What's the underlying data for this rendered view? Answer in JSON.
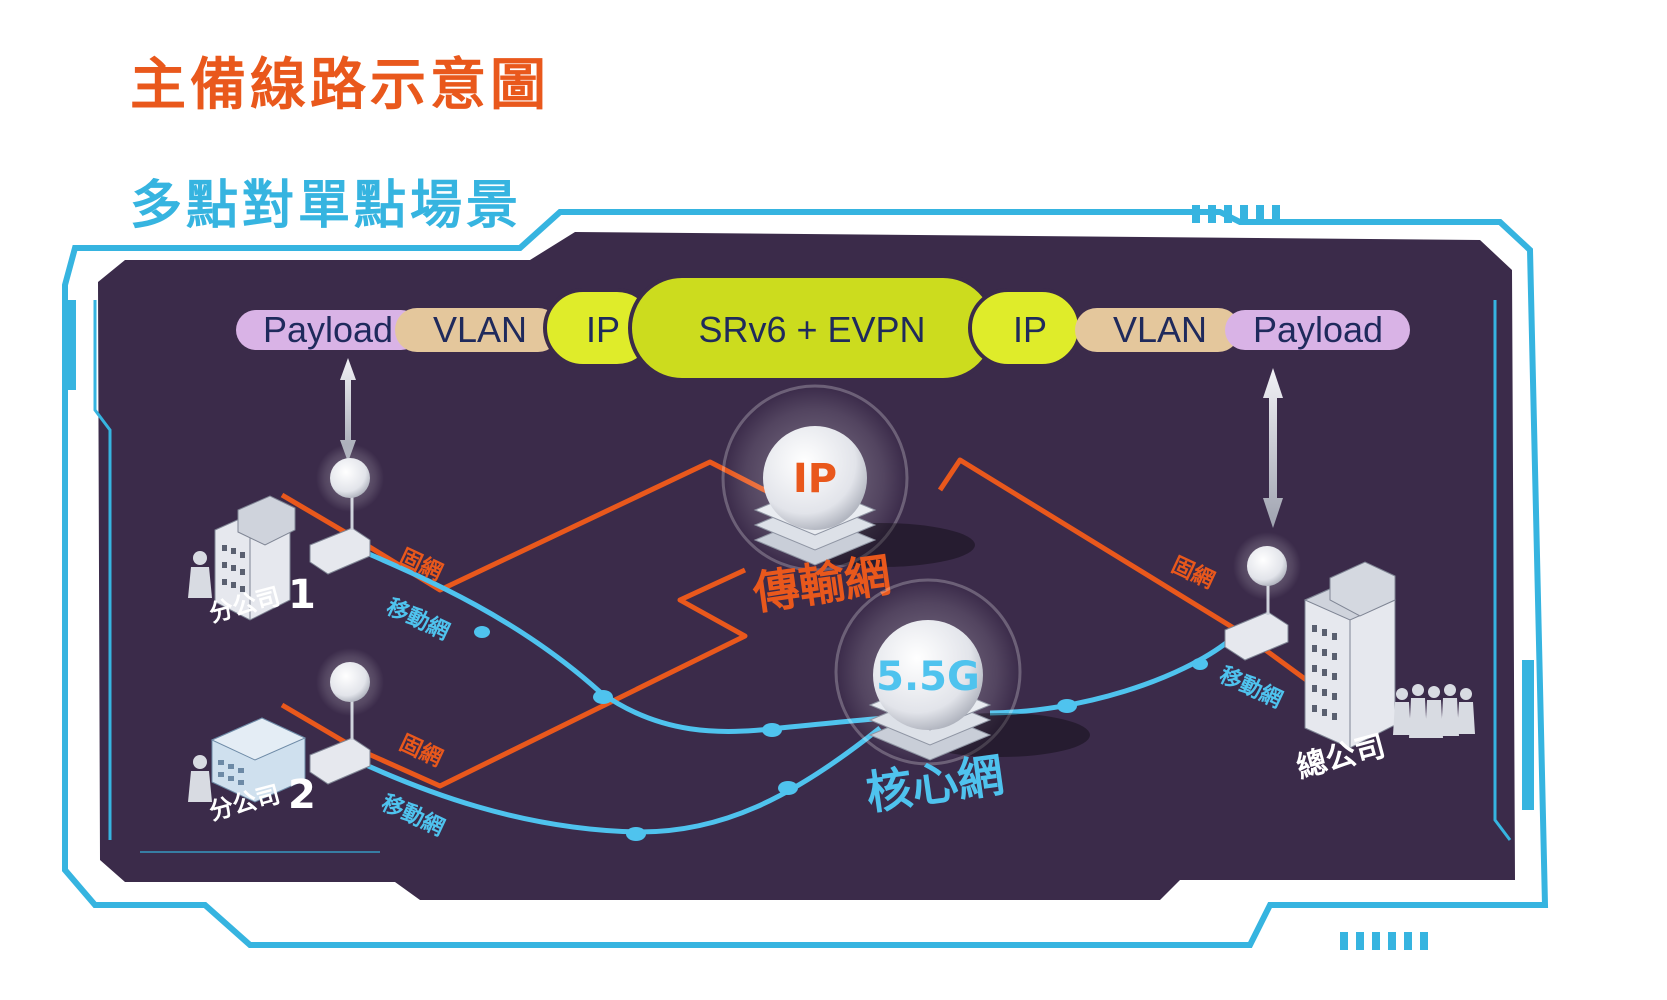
{
  "title": "主備線路示意圖",
  "subtitle": "多點對單點場景",
  "header_stack": [
    "Payload",
    "VLAN",
    "IP",
    "SRv6 + EVPN",
    "IP",
    "VLAN",
    "Payload"
  ],
  "ip_network": {
    "badge": "IP",
    "label": "傳輸網"
  },
  "core_network": {
    "badge": "5.5G",
    "label": "核心網"
  },
  "branch1": {
    "name": "分公司",
    "number": "1"
  },
  "branch2": {
    "name": "分公司",
    "number": "2"
  },
  "headquarters": {
    "name": "總公司"
  },
  "link_labels": {
    "fixed": "固網",
    "mobile": "移動網"
  },
  "colors": {
    "title": "#e9581c",
    "subtitle": "#36b4e0",
    "panel": "#3b2b4a",
    "frame": "#36b4e0",
    "fixed_line": "#e9581c",
    "mobile_line": "#4fc3ee",
    "payload_pill": "#d9b3e6",
    "vlan_pill": "#e4c79c",
    "ip_pill": "#dfec2a",
    "srv6_pill": "#ccdc1e"
  },
  "icons": [
    "building-icon",
    "person-icon",
    "router-icon",
    "antenna-icon",
    "server-stack-icon",
    "crowd-icon"
  ]
}
